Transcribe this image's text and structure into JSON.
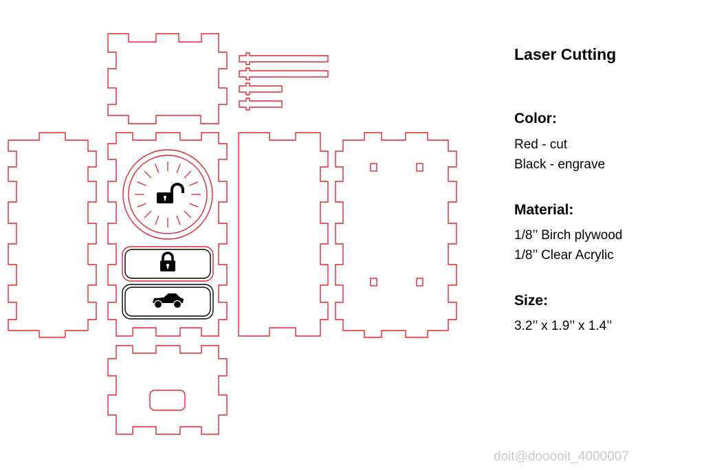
{
  "title": "Laser Cutting",
  "sections": [
    {
      "heading": "Color:",
      "lines": [
        "Red - cut",
        "Black - engrave"
      ]
    },
    {
      "heading": "Material:",
      "lines": [
        "1/8’’ Birch plywood",
        "1/8’’ Clear Acrylic"
      ]
    },
    {
      "heading": "Size:",
      "lines": [
        "3.2’’ x 1.9’’ x 1.4’’"
      ]
    }
  ],
  "watermark": "doit@dooooit_4000007",
  "colors": {
    "cut": "#e8232b",
    "engrave": "#000000"
  },
  "icons": [
    "unlock-icon",
    "lock-icon",
    "car-icon"
  ]
}
